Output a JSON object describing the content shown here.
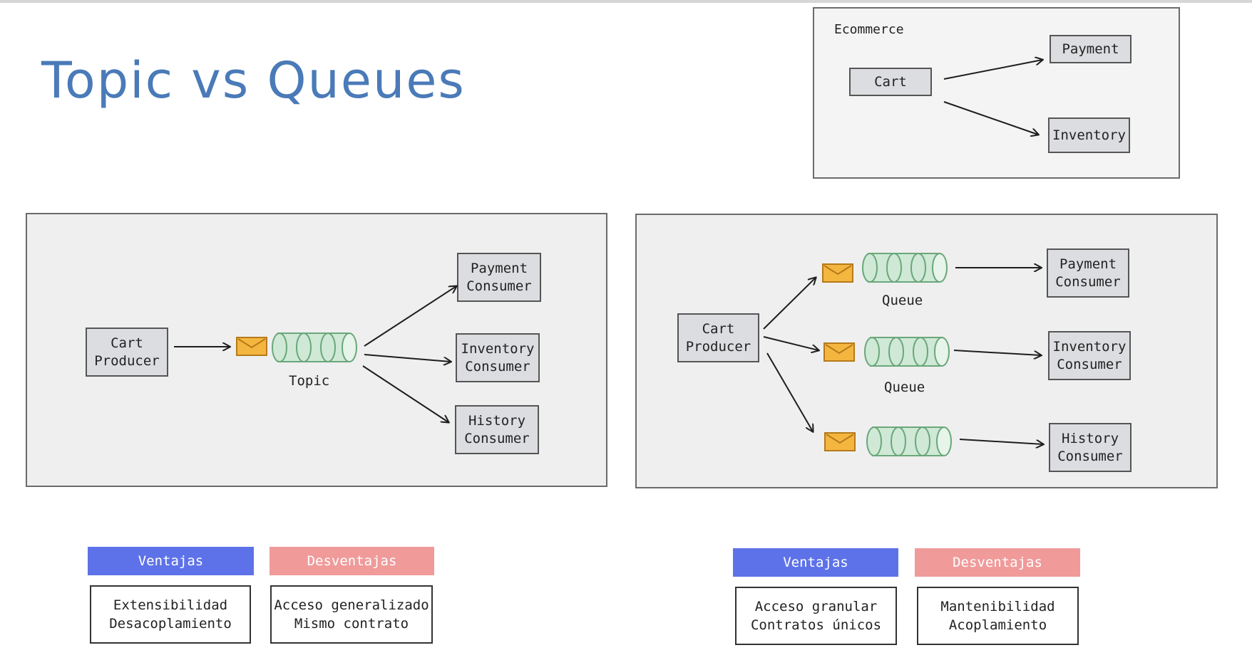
{
  "title": "Topic vs Queues",
  "ecommerce": {
    "label": "Ecommerce",
    "cart": "Cart",
    "payment": "Payment",
    "inventory": "Inventory"
  },
  "topic_diagram": {
    "producer": "Cart\nProducer",
    "topic_label": "Topic",
    "consumers": [
      "Payment\nConsumer",
      "Inventory\nConsumer",
      "History\nConsumer"
    ]
  },
  "queue_diagram": {
    "producer": "Cart\nProducer",
    "queue_labels": [
      "Queue",
      "Queue"
    ],
    "consumers": [
      "Payment\nConsumer",
      "Inventory\nConsumer",
      "History\nConsumer"
    ]
  },
  "topic_pros_cons": {
    "pros_header": "Ventajas",
    "cons_header": "Desventajas",
    "pros": [
      "Extensibilidad",
      "Desacoplamiento"
    ],
    "cons": [
      "Acceso generalizado",
      "Mismo contrato"
    ]
  },
  "queue_pros_cons": {
    "pros_header": "Ventajas",
    "cons_header": "Desventajas",
    "pros": [
      "Acceso granular",
      "Contratos únicos"
    ],
    "cons": [
      "Mantenibilidad",
      "Acoplamiento"
    ]
  },
  "colors": {
    "title": "#4a7ab8",
    "pros_header": "#5d72e8",
    "cons_header": "#f09a9a",
    "envelope": "#f4b63f",
    "queue_fill": "#cfe9d6"
  }
}
